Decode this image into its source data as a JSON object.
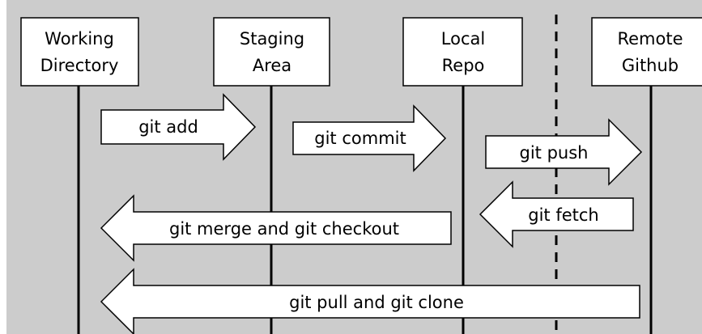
{
  "colors": {
    "background": "#cccccc",
    "box_fill": "#ffffff",
    "stroke": "#000000"
  },
  "lanes": [
    {
      "line1": "Working",
      "line2": "Directory"
    },
    {
      "line1": "Staging",
      "line2": "Area"
    },
    {
      "line1": "Local",
      "line2": "Repo"
    },
    {
      "line1": "Remote",
      "line2": "Github"
    }
  ],
  "arrows": [
    {
      "label": "git add",
      "direction": "right",
      "from": "Working Directory",
      "to": "Staging Area"
    },
    {
      "label": "git commit",
      "direction": "right",
      "from": "Staging Area",
      "to": "Local Repo"
    },
    {
      "label": "git push",
      "direction": "right",
      "from": "Local Repo",
      "to": "Remote Github"
    },
    {
      "label": "git fetch",
      "direction": "left",
      "from": "Remote Github",
      "to": "Local Repo"
    },
    {
      "label": "git merge and git checkout",
      "direction": "left",
      "from": "Local Repo",
      "to": "Working Directory"
    },
    {
      "label": "git pull and git clone",
      "direction": "left",
      "from": "Remote Github",
      "to": "Working Directory"
    }
  ]
}
